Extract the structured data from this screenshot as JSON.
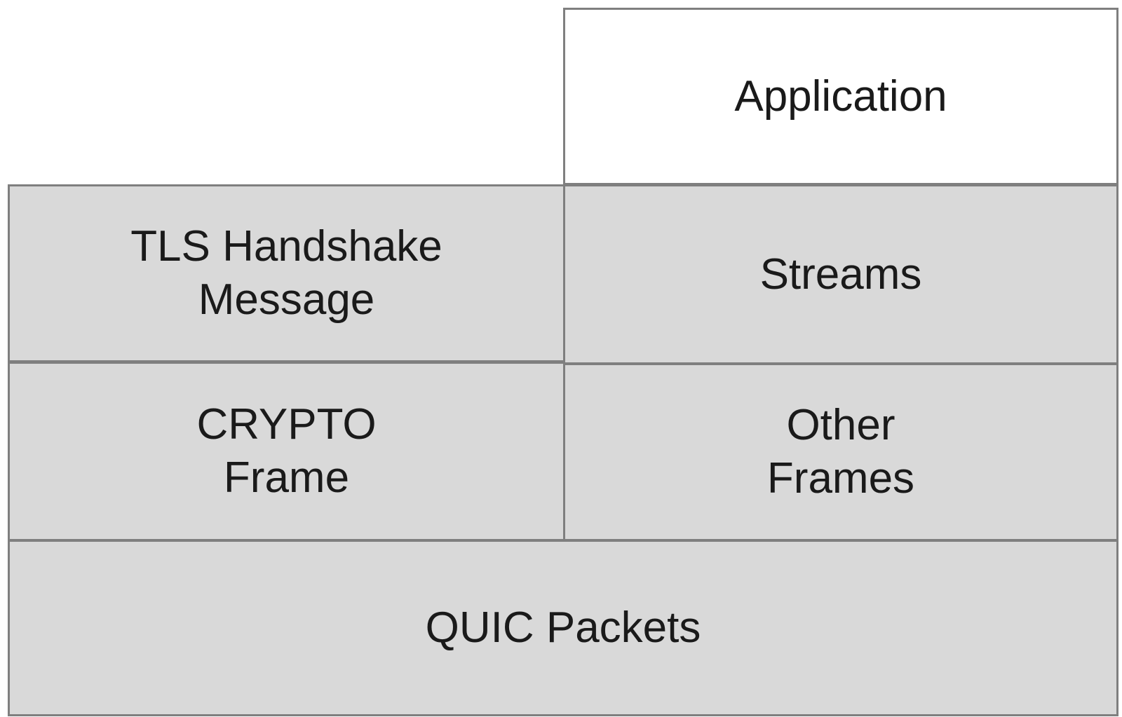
{
  "layers": {
    "application": "Application",
    "tls_handshake": "TLS Handshake\nMessage",
    "streams": "Streams",
    "crypto_frame": "CRYPTO\nFrame",
    "other_frames": "Other\nFrames",
    "quic_packets": "QUIC Packets"
  },
  "colors": {
    "box_fill_grey": "#d9d9d9",
    "box_fill_white": "#ffffff",
    "border": "#7f7f7f",
    "text": "#1a1a1a"
  }
}
